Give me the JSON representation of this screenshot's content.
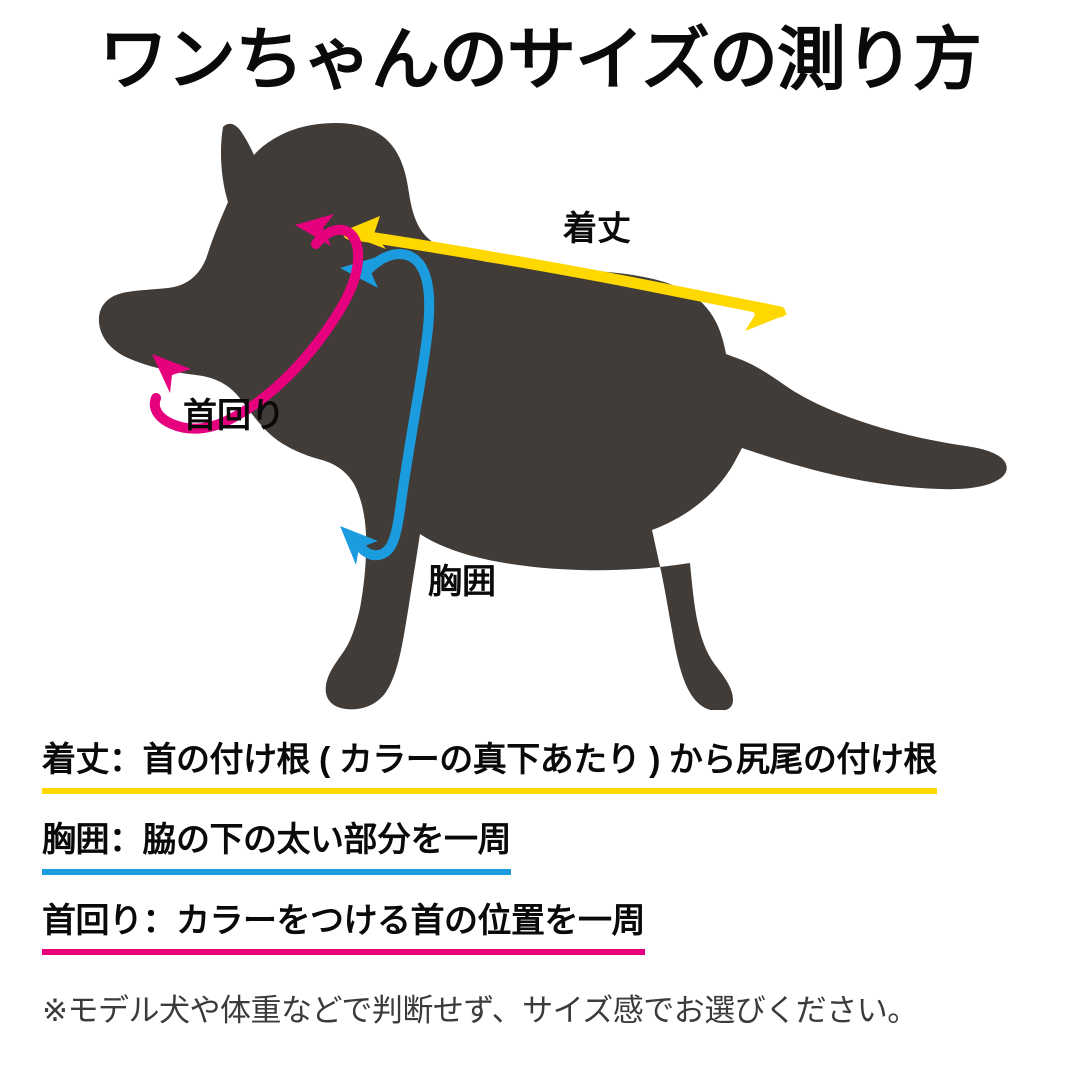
{
  "page": {
    "title": "ワンちゃんのサイズの測り方",
    "background_color": "#FFFFFF"
  },
  "colors": {
    "dog_silhouette": "#413C38",
    "kitake_yellow": "#FFD800",
    "muneimawari_blue": "#1B9CDF",
    "kubimawari_pink": "#E6007E",
    "text": "#0A0A0A",
    "note_text": "#3B3B3B"
  },
  "diagram": {
    "dog_alt": "dog-side-silhouette",
    "labels": [
      {
        "id": "kitake",
        "text": "着丈",
        "color": "#FFD800",
        "measure": "body-length-arrow"
      },
      {
        "id": "kubimawari",
        "text": "首回り",
        "color": "#E6007E",
        "measure": "neck-girth-loop"
      },
      {
        "id": "muneimawari",
        "text": "胸囲",
        "color": "#1B9CDF",
        "measure": "chest-girth-loop"
      }
    ]
  },
  "legend": {
    "rows": [
      {
        "id": "kitake",
        "text": "着丈：首の付け根 ( カラーの真下あたり ) から尻尾の付け根",
        "underline_color": "#FFD800"
      },
      {
        "id": "muneimawari",
        "text": "胸囲：脇の下の太い部分を一周",
        "underline_color": "#1B9CDF"
      },
      {
        "id": "kubimawari",
        "text": "首回り：カラーをつける首の位置を一周",
        "underline_color": "#E6007E"
      }
    ]
  },
  "note": {
    "text": "※モデル犬や体重などで判断せず、サイズ感でお選びください。"
  }
}
